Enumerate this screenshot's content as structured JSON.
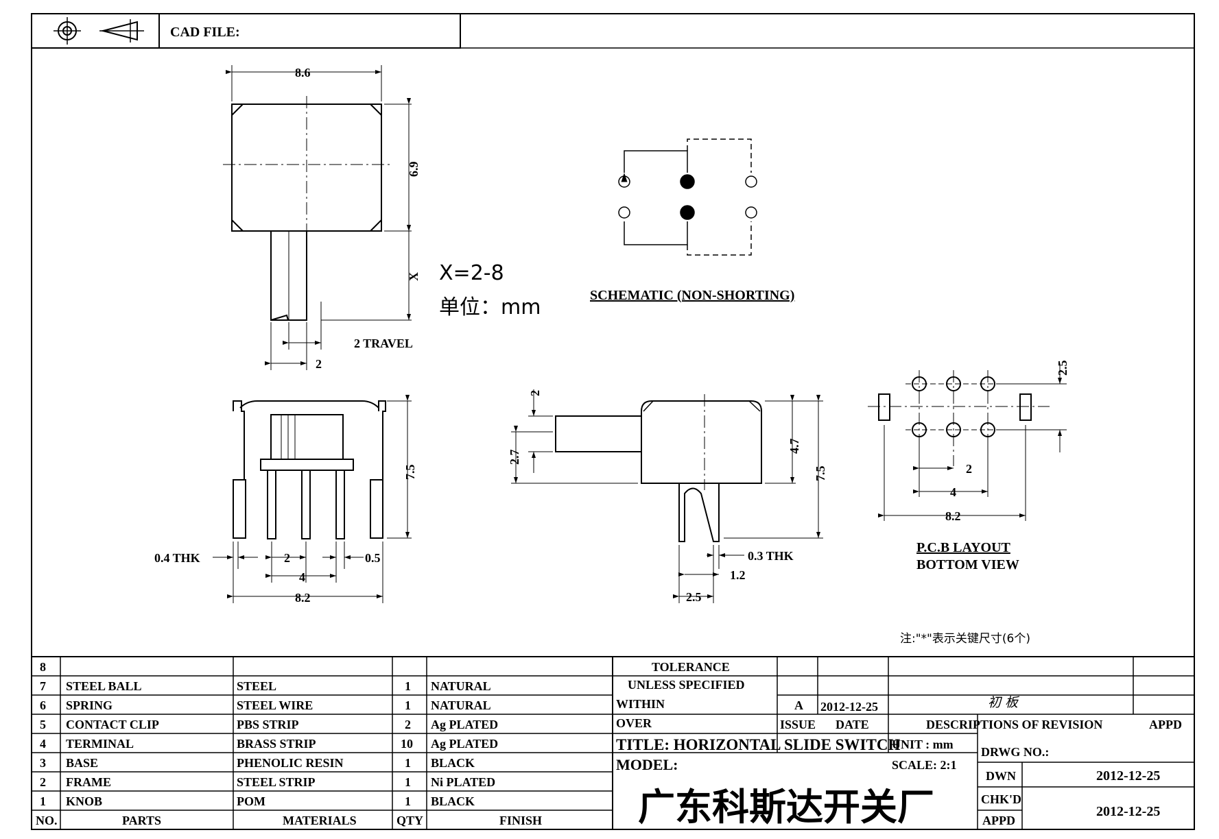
{
  "header": {
    "cad_file_label": "CAD FILE:"
  },
  "views": {
    "top_view": {
      "width": "8.6",
      "height": "6.9",
      "knob_len": "X",
      "travel": "2 TRAVEL",
      "knob_width": "2"
    },
    "x_note": {
      "range": "X=2-8",
      "unit": "单位：mm"
    },
    "schematic": {
      "title": "SCHEMATIC (NON-SHORTING)"
    },
    "front_view": {
      "height": "7.5",
      "thickness": "0.4 THK",
      "pitch": "2",
      "pin_w": "0.5",
      "pin_span": "4",
      "overall": "8.2"
    },
    "side_view": {
      "knob_h": "2",
      "knob_pos": "2.7",
      "body_h": "4.7",
      "total_h": "7.5",
      "thk": "0.3 THK",
      "gap": "1.2",
      "pitch": "2.5"
    },
    "pcb": {
      "title": "P.C.B LAYOUT",
      "subtitle": "BOTTOM VIEW",
      "row_pitch": "2.5",
      "pitch": "2",
      "span": "4",
      "overall": "8.2"
    },
    "note": "注:\"*\"表示关键尺寸(6个)"
  },
  "bom": {
    "headers": {
      "no": "NO.",
      "parts": "PARTS",
      "materials": "MATERIALS",
      "qty": "QTY",
      "finish": "FINISH"
    },
    "rows": [
      {
        "no": "8",
        "part": "",
        "material": "",
        "qty": "",
        "finish": ""
      },
      {
        "no": "7",
        "part": "STEEL BALL",
        "material": "STEEL",
        "qty": "1",
        "finish": "NATURAL"
      },
      {
        "no": "6",
        "part": "SPRING",
        "material": "STEEL WIRE",
        "qty": "1",
        "finish": "NATURAL"
      },
      {
        "no": "5",
        "part": "CONTACT CLIP",
        "material": "PBS STRIP",
        "qty": "2",
        "finish": "Ag PLATED"
      },
      {
        "no": "4",
        "part": "TERMINAL",
        "material": "BRASS STRIP",
        "qty": "10",
        "finish": "Ag PLATED"
      },
      {
        "no": "3",
        "part": "BASE",
        "material": "PHENOLIC RESIN",
        "qty": "1",
        "finish": "BLACK"
      },
      {
        "no": "2",
        "part": "FRAME",
        "material": "STEEL STRIP",
        "qty": "1",
        "finish": "Ni PLATED"
      },
      {
        "no": "1",
        "part": "KNOB",
        "material": "POM",
        "qty": "1",
        "finish": "BLACK"
      }
    ]
  },
  "title_block": {
    "tolerance_1": "TOLERANCE",
    "tolerance_2": "UNLESS   SPECIFIED",
    "within": "WITHIN",
    "over": "OVER",
    "rev_issue": "A",
    "rev_date": "2012-12-25",
    "rev_desc": "初 板",
    "issue_label": "ISSUE",
    "date_label": "DATE",
    "desc_label": "DESCRIPTIONS OF REVISION",
    "appd_label": "APPD",
    "title": "TITLE: HORIZONTAL SLIDE SWITCH",
    "unit": "UNIT : mm",
    "drwg_no": "DRWG NO.:",
    "model": "MODEL:",
    "scale": "SCALE: 2:1",
    "company": "广东科斯达开关厂",
    "dwn_label": "DWN",
    "dwn_date": "2012-12-25",
    "chkd_label": "CHK'D",
    "chkd_date": "2012-12-25",
    "appd_label2": "APPD"
  }
}
